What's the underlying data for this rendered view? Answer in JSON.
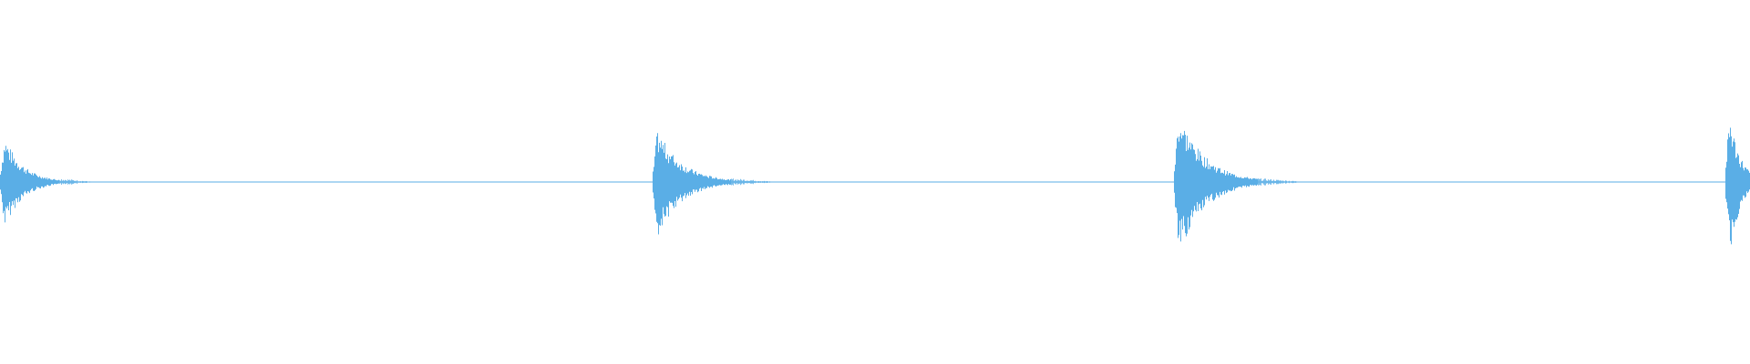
{
  "waveform": {
    "color": "#5aaee6",
    "baseline_amplitude": 0.02,
    "transients": [
      {
        "onset": 0.0,
        "peak_up": 0.45,
        "peak_down": 0.45,
        "decay": 0.034
      },
      {
        "onset": 0.373,
        "peak_up": 0.5,
        "peak_down": 0.52,
        "decay": 0.045
      },
      {
        "onset": 0.671,
        "peak_up": 0.65,
        "peak_down": 0.68,
        "decay": 0.048
      },
      {
        "onset": 0.986,
        "peak_up": 0.8,
        "peak_down": 0.84,
        "decay": 0.02
      }
    ]
  }
}
